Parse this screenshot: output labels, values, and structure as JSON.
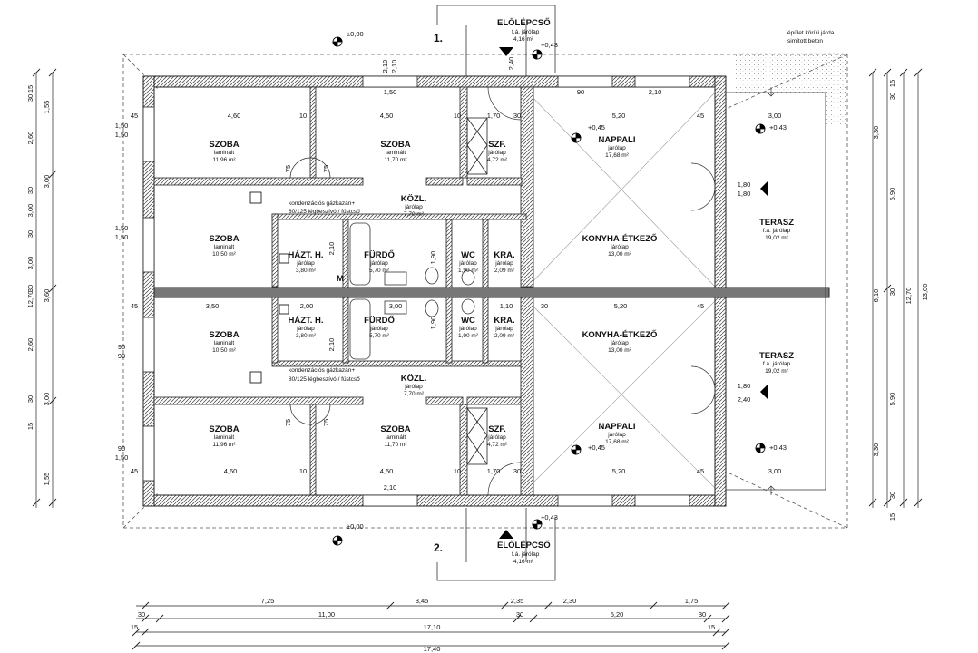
{
  "plan": {
    "unit_labels": [
      "1.",
      "2."
    ],
    "entrance": [
      {
        "name": "ELŐLÉPCSŐ",
        "floor": "f.á. járólap",
        "area": "4,16 m²"
      },
      {
        "name": "ELŐLÉPCSŐ",
        "floor": "f.á. járólap",
        "area": "4,16 m²"
      }
    ],
    "sidewalk_note": [
      "épület körüli járda",
      "simított beton"
    ],
    "elevations": {
      "ground": "±0,00",
      "plus043": "+0,43",
      "plus045": "+0,45"
    },
    "boiler_note": [
      "kondenzációs gázkazán+",
      "80/125 légbeszívó / füstcső"
    ],
    "rooms": [
      {
        "name": "SZOBA",
        "floor": "laminált",
        "area": "11,96 m²"
      },
      {
        "name": "SZOBA",
        "floor": "laminált",
        "area": "11,70 m²"
      },
      {
        "name": "SZF.",
        "floor": "járólap",
        "area": "4,72 m²"
      },
      {
        "name": "NAPPALI",
        "floor": "járólap",
        "area": "17,68 m²"
      },
      {
        "name": "KÖZL.",
        "floor": "járólap",
        "area": "7,70 m²"
      },
      {
        "name": "SZOBA",
        "floor": "laminált",
        "area": "10,50 m²"
      },
      {
        "name": "HÁZT. H.",
        "floor": "járólap",
        "area": "3,80 m²"
      },
      {
        "name": "FÜRDŐ",
        "floor": "járólap",
        "area": "5,70 m²"
      },
      {
        "name": "WC",
        "floor": "járólap",
        "area": "1,90 m²"
      },
      {
        "name": "KRA.",
        "floor": "járólap",
        "area": "2,09 m²"
      },
      {
        "name": "KONYHA-ÉTKEZŐ",
        "floor": "járólap",
        "area": "13,00 m²"
      },
      {
        "name": "TERASZ",
        "floor": "f.á. járólap",
        "area": "19,02 m²"
      },
      {
        "name": "SZOBA",
        "floor": "laminált",
        "area": "10,50 m²"
      },
      {
        "name": "HÁZT. H.",
        "floor": "járólap",
        "area": "3,80 m²"
      },
      {
        "name": "FÜRDŐ",
        "floor": "járólap",
        "area": "5,70 m²"
      },
      {
        "name": "WC",
        "floor": "járólap",
        "area": "1,90 m²"
      },
      {
        "name": "KRA.",
        "floor": "járólap",
        "area": "2,09 m²"
      },
      {
        "name": "KONYHA-ÉTKEZŐ",
        "floor": "járólap",
        "area": "13,00 m²"
      },
      {
        "name": "TERASZ",
        "floor": "f.á. járólap",
        "area": "19,02 m²"
      },
      {
        "name": "KÖZL.",
        "floor": "járólap",
        "area": "7,70 m²"
      },
      {
        "name": "SZOBA",
        "floor": "laminált",
        "area": "11,96 m²"
      },
      {
        "name": "SZOBA",
        "floor": "laminált",
        "area": "11,70 m²"
      },
      {
        "name": "SZF.",
        "floor": "járólap",
        "area": "4,72 m²"
      },
      {
        "name": "NAPPALI",
        "floor": "járólap",
        "area": "17,68 m²"
      }
    ],
    "dims_bottom": {
      "row1": [
        "7,25",
        "3,45",
        "2,35",
        "2,30",
        "1,75"
      ],
      "row2": [
        "30",
        "11,00",
        "30",
        "5,20",
        "30"
      ],
      "row3": [
        "15",
        "17,10",
        "15"
      ],
      "row4": [
        "17,40"
      ]
    },
    "dims_left": {
      "outer": "12,70",
      "col1": [
        "15",
        "30",
        "2,60",
        "30",
        "3,00",
        "30",
        "3,00",
        "30",
        "2,60",
        "30",
        "15"
      ],
      "col2": [
        "1,55",
        "3,00",
        "3,60",
        "3,00",
        "1,55"
      ]
    },
    "dims_right": {
      "outer": "13,00",
      "col1": [
        "15",
        "30",
        "5,90",
        "30",
        "5,90",
        "30",
        "15"
      ],
      "col2": [
        "12,70"
      ],
      "col3": [
        "3,30",
        "6,10",
        "3,30"
      ]
    },
    "dims_inner_top": [
      "45",
      "4,60",
      "10",
      "4,50",
      "10",
      "1,70",
      "30",
      "5,20",
      "45",
      "3,00"
    ],
    "dims_inner_mid": [
      "45",
      "3,50",
      "2,00",
      "3,00",
      "1,10",
      "30",
      "5,20",
      "45"
    ],
    "dims_inner_bot": [
      "45",
      "4,60",
      "10",
      "4,50",
      "10",
      "1,70",
      "30",
      "5,20",
      "45",
      "3,00"
    ],
    "window_labels": [
      "1,50",
      "1,50",
      "1,50",
      "1,50",
      "90",
      "90",
      "90",
      "1,50",
      "1,50",
      "90",
      "2,10",
      "2,10",
      "2,10",
      "2,10",
      "75",
      "75",
      "75",
      "75",
      "2,10",
      "2,10",
      "1,90",
      "1,90",
      "2,40",
      "1,80"
    ],
    "terrace_door": [
      "1,80",
      "2,40"
    ],
    "marks": [
      "M"
    ]
  }
}
